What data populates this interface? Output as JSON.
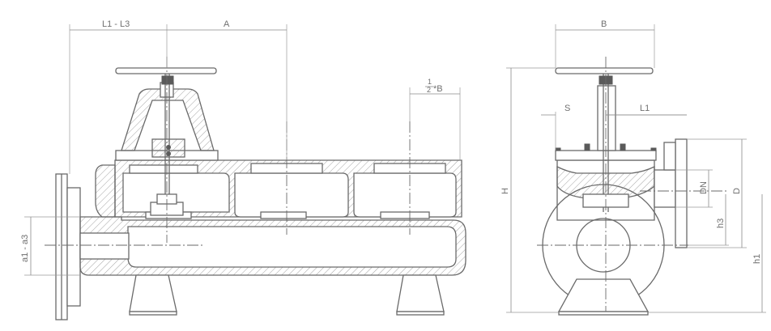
{
  "labels": {
    "l1_l3": "L1 - L3",
    "a": "A",
    "b": "B",
    "half_num": "1",
    "half_den": "2",
    "half_suffix": "*B",
    "s": "S",
    "l1": "L1",
    "h": "H",
    "dn": "DN",
    "d": "D",
    "h3": "h3",
    "h1": "h1",
    "a1_a3": "a1 - a3"
  },
  "colors": {
    "line": "#6a6a6a",
    "text": "#707070",
    "background": "#ffffff"
  }
}
